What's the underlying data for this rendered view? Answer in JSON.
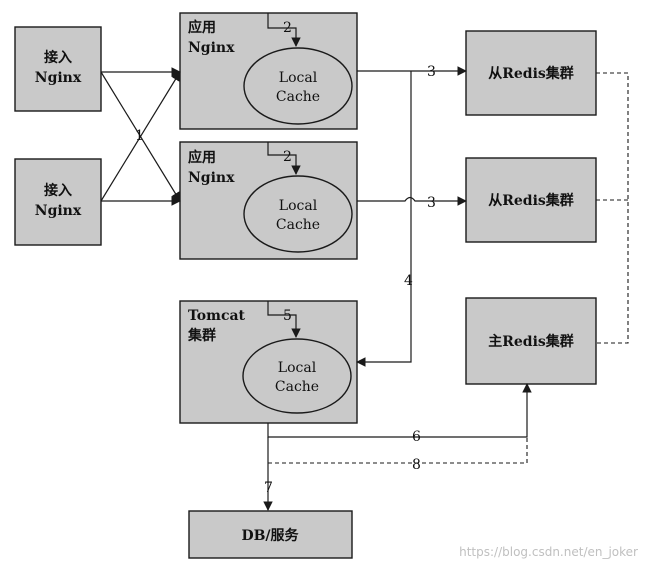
{
  "nodes": {
    "access_nginx_1": {
      "line1": "接入",
      "line2": "Nginx"
    },
    "access_nginx_2": {
      "line1": "接入",
      "line2": "Nginx"
    },
    "app_nginx_1": {
      "line1": "应用",
      "line2": "Nginx",
      "cache_line1": "Local",
      "cache_line2": "Cache"
    },
    "app_nginx_2": {
      "line1": "应用",
      "line2": "Nginx",
      "cache_line1": "Local",
      "cache_line2": "Cache"
    },
    "tomcat": {
      "line1": "Tomcat",
      "line2": "集群",
      "cache_line1": "Local",
      "cache_line2": "Cache"
    },
    "slave_redis_1": {
      "label": "从Redis集群"
    },
    "slave_redis_2": {
      "label": "从Redis集群"
    },
    "master_redis": {
      "label": "主Redis集群"
    },
    "db": {
      "label": "DB/服务"
    }
  },
  "steps": {
    "s1": "1",
    "s2a": "2",
    "s2b": "2",
    "s3a": "3",
    "s3b": "3",
    "s4": "4",
    "s5": "5",
    "s6": "6",
    "s7": "7",
    "s8": "8"
  },
  "watermark": "https://blog.csdn.net/en_joker"
}
